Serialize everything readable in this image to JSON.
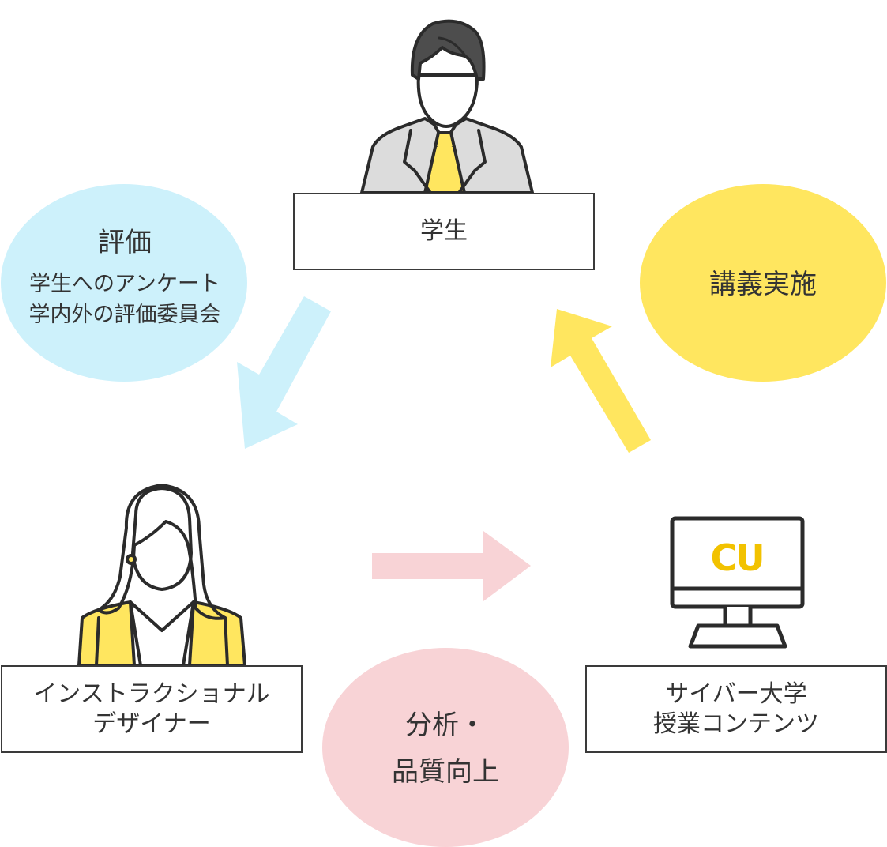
{
  "nodes": {
    "student": {
      "label": "学生"
    },
    "designer": {
      "line1": "インストラクショナル",
      "line2": "デザイナー"
    },
    "content": {
      "line1": "サイバー大学",
      "line2": "授業コンテンツ"
    }
  },
  "bubbles": {
    "evaluation": {
      "title": "評価",
      "line1": "学生へのアンケート",
      "line2": "学内外の評価委員会"
    },
    "delivery": {
      "title": "講義実施"
    },
    "analysis": {
      "line1": "分析・",
      "line2": "品質向上"
    }
  },
  "monitor_logo": "CU",
  "colors": {
    "blue": "#cdf1fb",
    "yellow": "#ffe65f",
    "pink": "#f8d3d6",
    "suit": "#dcdcdc",
    "hair": "#4d4d4d",
    "line": "#2b2b2b",
    "logo": "#f2c200"
  }
}
